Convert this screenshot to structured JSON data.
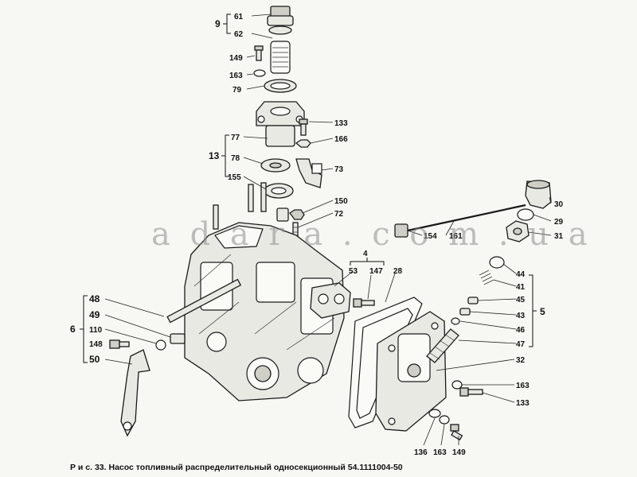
{
  "caption": "Р и с. 33.  Насос топливный распределительный односекционный 54.1111004-50",
  "watermark": "a d a r a . c o m . u a",
  "labels": {
    "l9": "9",
    "l61": "61",
    "l62": "62",
    "l149a": "149",
    "l163a": "163",
    "l79": "79",
    "l133a": "133",
    "l77": "77",
    "l166": "166",
    "l13": "13",
    "l78": "78",
    "l73": "73",
    "l155": "155",
    "l150": "150",
    "l72": "72",
    "l30": "30",
    "l29": "29",
    "l154": "154",
    "l161": "161",
    "l31": "31",
    "l4": "4",
    "l53": "53",
    "l147": "147",
    "l28": "28",
    "l44": "44",
    "l41": "41",
    "l45": "45",
    "l5": "5",
    "l43": "43",
    "l46": "46",
    "l47": "47",
    "l48": "48",
    "l49": "49",
    "l6": "6",
    "l110": "110",
    "l148": "148",
    "l50": "50",
    "l32": "32",
    "l163b": "163",
    "l133b": "133",
    "l136": "136",
    "l163c": "163",
    "l149b": "149"
  }
}
